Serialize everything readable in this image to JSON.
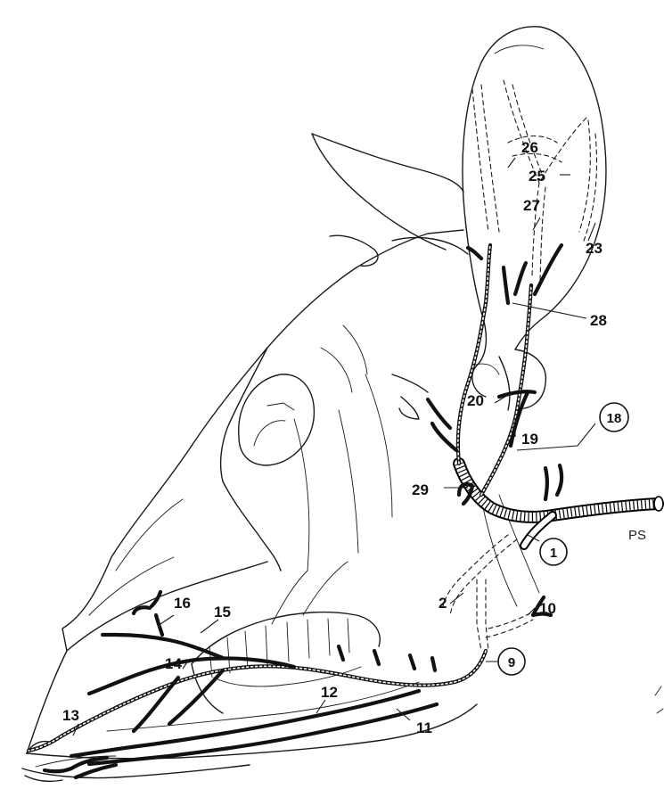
{
  "labels": {
    "l1": "1",
    "l2": "2",
    "l9": "9",
    "l10": "10",
    "l11": "11",
    "l12": "12",
    "l13": "13",
    "l14": "14",
    "l15": "15",
    "l16": "16",
    "l18": "18",
    "l19": "19",
    "l20": "20",
    "l23": "23",
    "l25": "25",
    "l26": "26",
    "l27": "27",
    "l28": "28",
    "l29": "29"
  },
  "signature": "PS"
}
